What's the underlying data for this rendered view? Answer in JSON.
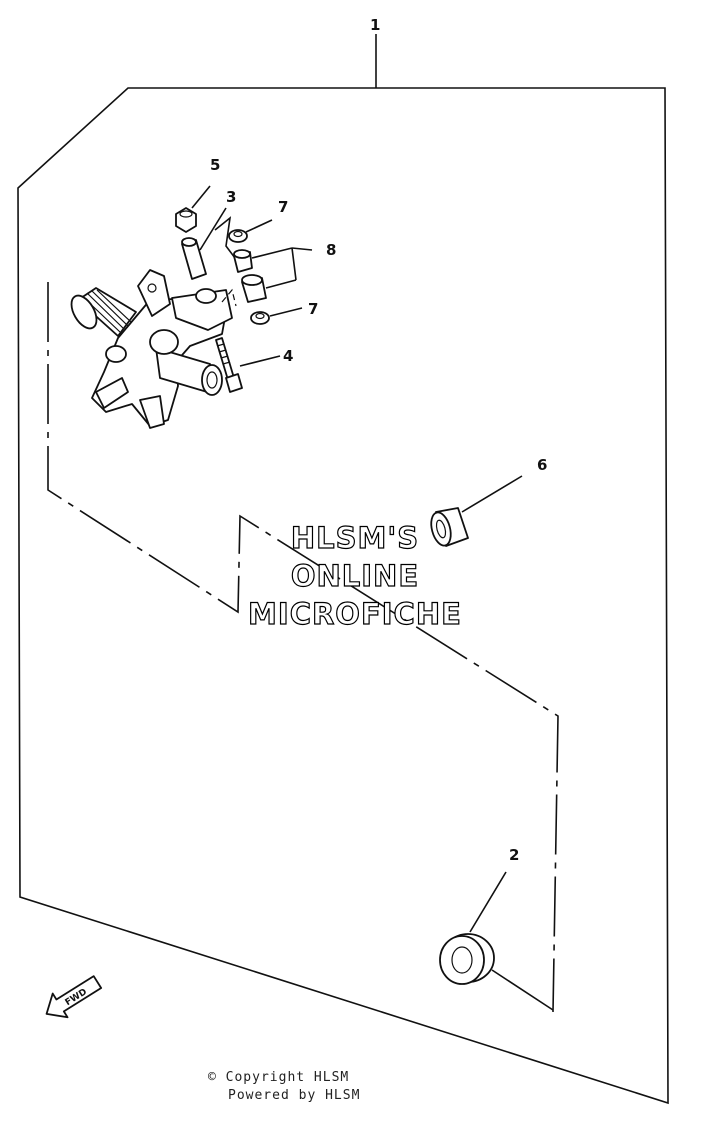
{
  "callouts": {
    "c1": "1",
    "c2": "2",
    "c3": "3",
    "c4": "4",
    "c5": "5",
    "c6": "6",
    "c7a": "7",
    "c7b": "7",
    "c8": "8"
  },
  "watermark": {
    "line1": "HLSM'S",
    "line2": "ONLINE",
    "line3": "MICROFICHE"
  },
  "fwd_label": "FWD",
  "footer": {
    "copyright": "© Copyright HLSM",
    "powered": "Powered by HLSM"
  },
  "colors": {
    "ink": "#111111",
    "paper": "#ffffff"
  }
}
